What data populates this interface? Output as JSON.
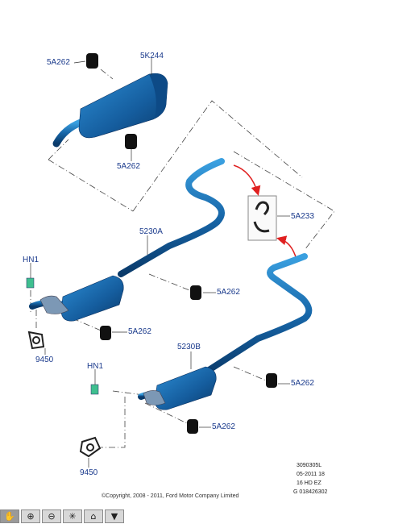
{
  "labels": {
    "a1": "5A262",
    "k244": "5K244",
    "a2": "5A262",
    "a233": "5A233",
    "b5230a": "5230A",
    "hn1_a": "HN1",
    "a3": "5A262",
    "a4": "5A262",
    "g9450_a": "9450",
    "b5230b": "5230B",
    "hn1_b": "HN1",
    "a5": "5A262",
    "a6": "5A262",
    "g9450_b": "9450"
  },
  "meta": {
    "line1": "3090305L",
    "line2": "05-2011 18",
    "line3": "16 HD EZ",
    "line4": "G 018426302"
  },
  "copyright": "©Copyright, 2008 - 2011, Ford Motor Company Limited",
  "toolbar": [
    {
      "icon": "pan-hand-icon",
      "glyph": "✋"
    },
    {
      "icon": "zoom-in-icon",
      "glyph": "⊕"
    },
    {
      "icon": "zoom-out-icon",
      "glyph": "⊖"
    },
    {
      "icon": "fit-view-icon",
      "glyph": "✳"
    },
    {
      "icon": "home-icon",
      "glyph": "⌂"
    },
    {
      "icon": "dropdown-icon",
      "glyph": "▼"
    }
  ],
  "colors": {
    "part": "#1766a8",
    "label": "#1a3a8c",
    "arrow": "#e02020"
  }
}
